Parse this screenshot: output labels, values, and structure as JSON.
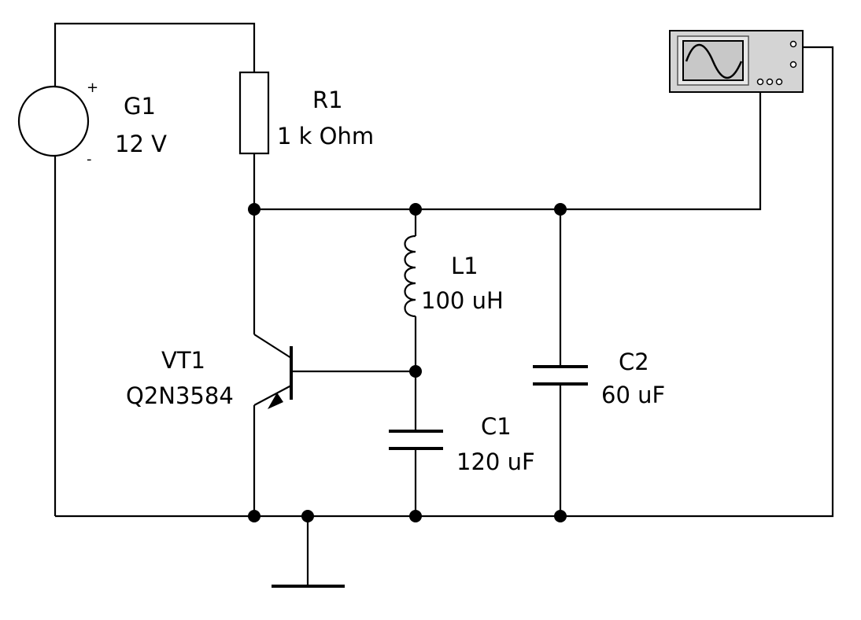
{
  "components": {
    "g1": {
      "name": "G1",
      "value": "12 V",
      "plus": "+",
      "minus": "-"
    },
    "r1": {
      "name": "R1",
      "value": "1 k Ohm"
    },
    "l1": {
      "name": "L1",
      "value": "100 uH"
    },
    "vt1": {
      "name": "VT1",
      "value": "Q2N3584"
    },
    "c1": {
      "name": "C1",
      "value": "120 uF"
    },
    "c2": {
      "name": "C2",
      "value": "60 uF"
    }
  },
  "instrument": {
    "icon": "oscilloscope-icon",
    "screen_icon": "sine-wave-icon"
  },
  "colors": {
    "wire": "#000000",
    "background": "#ffffff",
    "instrument_body": "#d4d4d4",
    "instrument_screen": "#c8c8c8"
  }
}
